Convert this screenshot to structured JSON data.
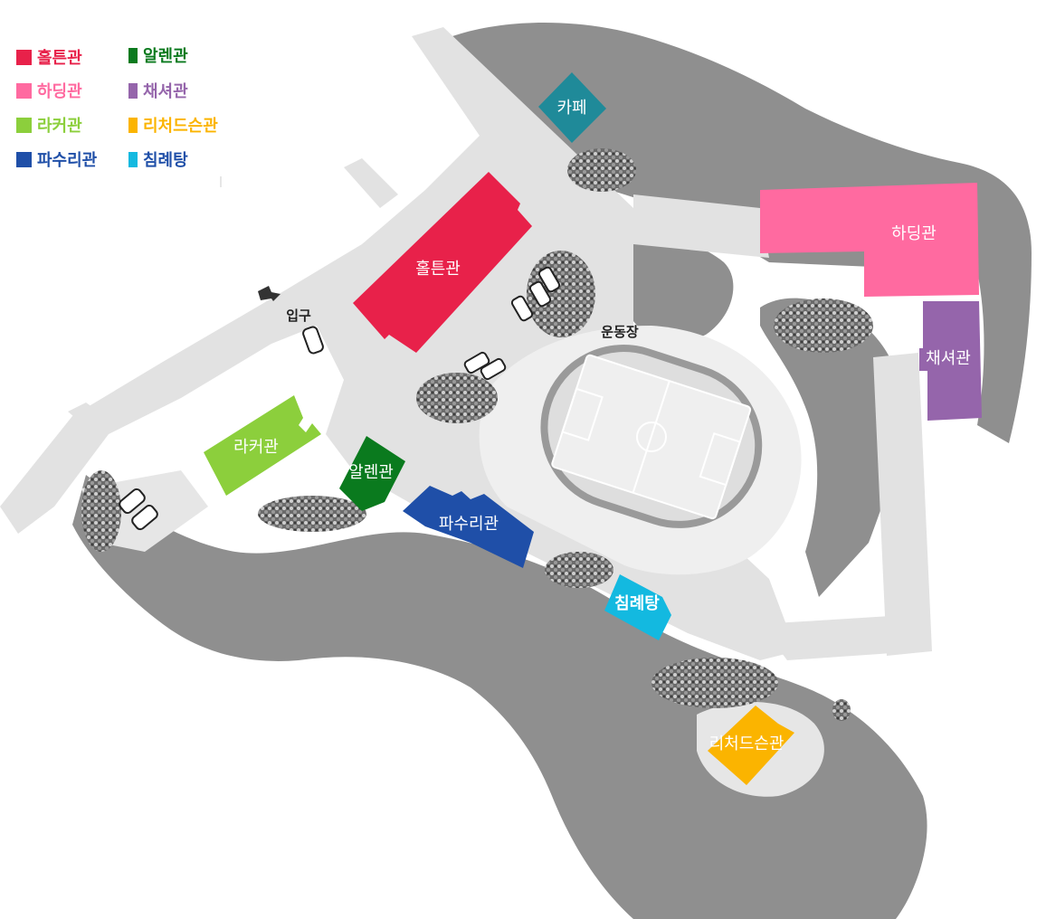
{
  "legend": [
    {
      "label": "홀튼관",
      "color": "#e8214a"
    },
    {
      "label": "알렌관",
      "color": "#0a7a1e"
    },
    {
      "label": "하딩관",
      "color": "#ff6aa0"
    },
    {
      "label": "채셔관",
      "color": "#9565ab"
    },
    {
      "label": "라커관",
      "color": "#8ccf3c"
    },
    {
      "label": "리처드슨관",
      "color": "#fbb400"
    },
    {
      "label": "파수리관",
      "color": "#1f4fa8"
    },
    {
      "label": "침례탕",
      "color": "#13b9e0"
    }
  ],
  "buildings": {
    "holton": "홀튼관",
    "harding": "하딩관",
    "chesser": "채셔관",
    "rocker": "라커관",
    "allen": "알렌관",
    "pasuri": "파수리관",
    "baptistery": "침례탕",
    "richardson": "리처드슨관",
    "cafe": "카페"
  },
  "labels": {
    "entrance": "입구",
    "stadium": "운동장"
  }
}
